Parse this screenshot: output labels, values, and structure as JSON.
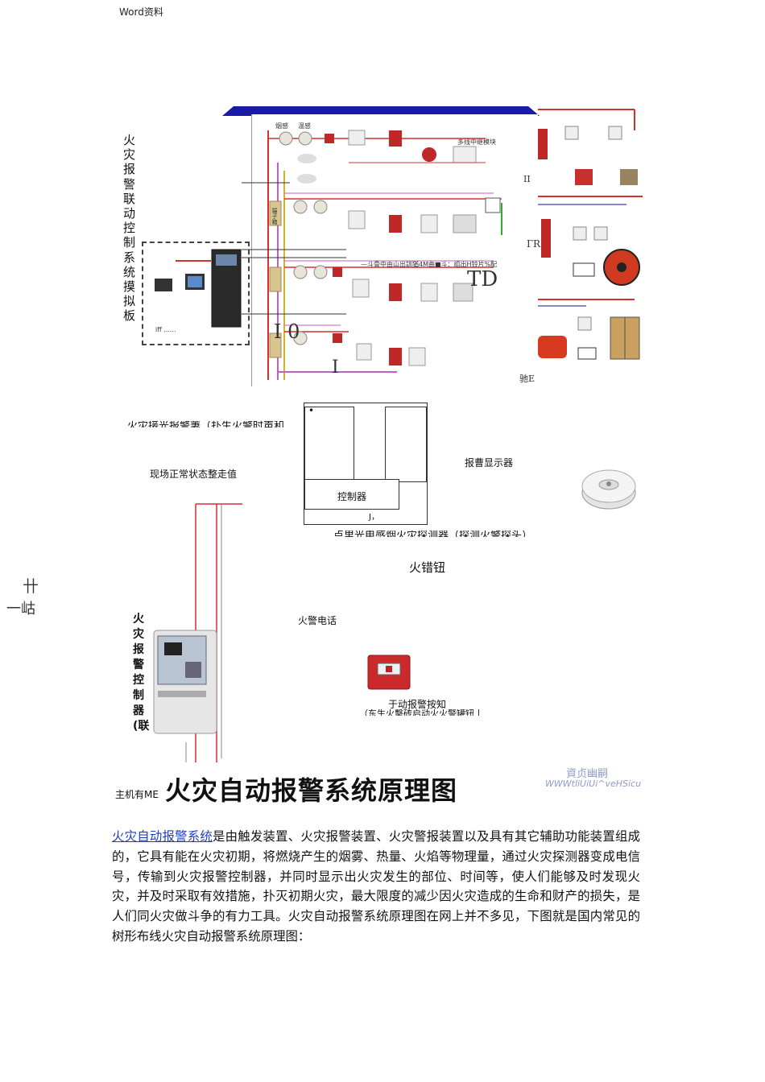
{
  "header": {
    "label": "Word资料"
  },
  "board": {
    "vertical_title": "火灾报警联动控制系统摸拟板",
    "top_labels": [
      "烟感",
      "温感",
      "多线中继模块"
    ],
    "row_note": "—斗骨中由山出訓猶4M曲■斗：组出H铃片%配",
    "overlay_td": "TD",
    "overlay_io": "I 0",
    "overlay_i": "I",
    "side_glyph_a": "II",
    "side_glyph_b": "ГR",
    "side_glyph_c": "驰E",
    "module_label": "端子箱",
    "caption_bottom": "iff ......"
  },
  "middle": {
    "cut_caption_left": "火灾接光报警萋（扑生火警时声和",
    "normal_state": "现场正常状态整走值",
    "controller": "控制器",
    "controller_mark": "•",
    "controller_sub": "J，",
    "alarm_display": "报曹显示器",
    "cut_caption_detector": "点里光电感烟火灾探测器（探测火警探头）",
    "fire_button": "火错钮",
    "fire_phone": "火警电话",
    "manual_alarm": "于动报警按知",
    "manual_alarm_sub": "（东生火擊砖启动火火警罐钮丨",
    "vertical_controller_label": "火灾报警控制器(联",
    "left_side_a": "卄",
    "left_side_b": "一岵"
  },
  "title": {
    "small": "主机有ME",
    "big": "火灾自动报警系统原理图",
    "watermark_line1": "資贞幽嗣",
    "watermark_line2": "WWWtliUiUi^veHSicu"
  },
  "body": {
    "link": "火灾自动报警系统",
    "paragraph": "是由触发装置、火灾报警装置、火灾警报装置以及具有其它辅助功能装置组成的，它具有能在火灾初期，将燃烧产生的烟雾、热量、火焰等物理量，通过火灾探测器变成电信号，传输到火灾报警控制器，并同时显示出火灾发生的部位、时间等，使人们能够及时发现火灾，并及时采取有效措施，扑灭初期火灾，最大限度的减少因火灾造成的生命和财产的损失，是人们同火灾做斗争的有力工具。火灾自动报警系统原理图在网上并不多见，下图就是国内常见的树形布线火灾自动报警系统原理图："
  },
  "colors": {
    "roof_blue": "#1a1aa8",
    "wire_red": "#d43030",
    "wire_magenta": "#c060c0",
    "wire_yellow": "#d8b030",
    "link_blue": "#1f3fbf",
    "watermark": "#8d9bc9"
  }
}
